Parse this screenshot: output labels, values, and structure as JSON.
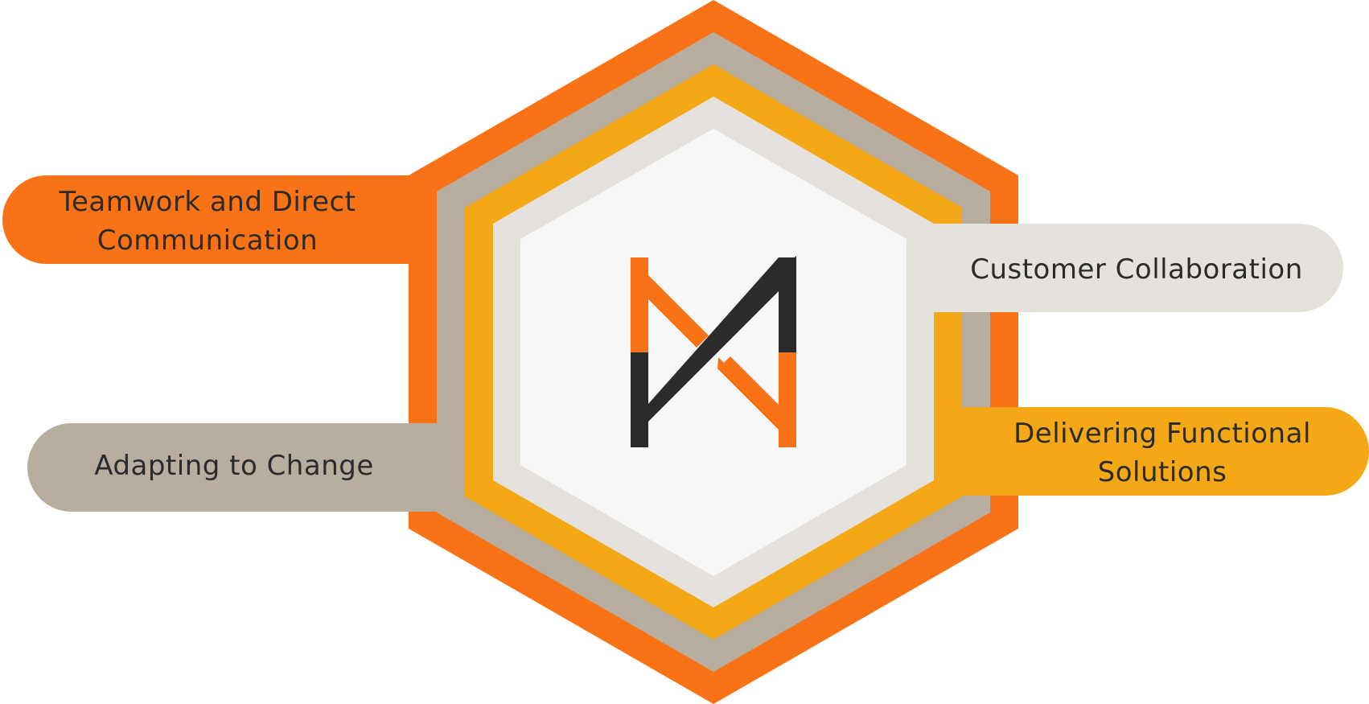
{
  "colors": {
    "orange": "#F97316",
    "taupe": "#B8AEA0",
    "amber": "#F5A816",
    "light_gray": "#E5E2DE",
    "center_white": "#F7F7F7",
    "text_dark": "#2B2B2B",
    "logo_dark": "#2B2B2B"
  },
  "pills": {
    "teamwork": {
      "line1": "Teamwork and Direct",
      "line2": "Communication"
    },
    "adapting": {
      "label": "Adapting to Change"
    },
    "customer": {
      "label": "Customer Collaboration"
    },
    "delivering": {
      "line1": "Delivering Functional",
      "line2": "Solutions"
    }
  },
  "center": {
    "logo": "bowtie-logo-icon"
  }
}
